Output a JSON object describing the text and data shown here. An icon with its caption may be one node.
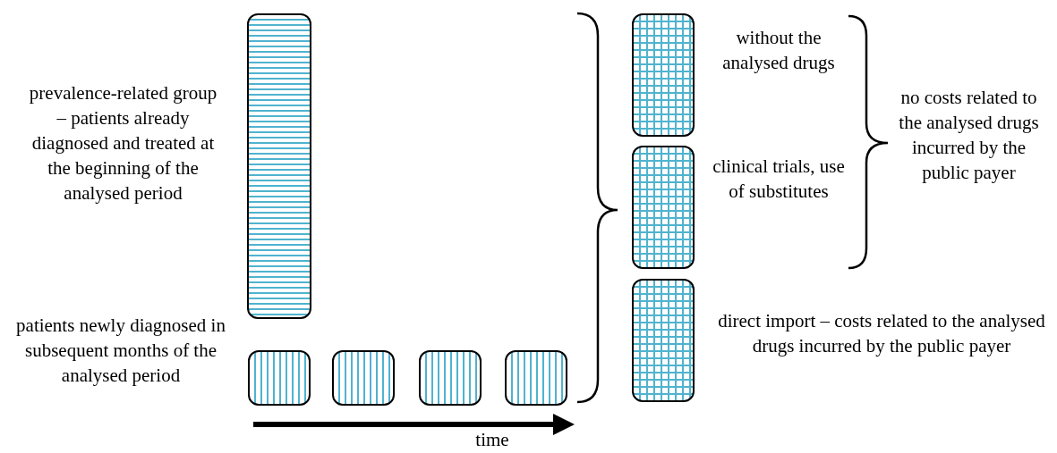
{
  "diagram": {
    "nodes": [
      {
        "text": [],
        "shape": "box",
        "beside": [
          "prevalence-related group – patients already diagnosed and treated at the beginning of the analysed period"
        ]
      },
      {
        "text": [],
        "shape": "box",
        "beside": [
          "patients newly diagnosed in subsequent months of the analysed period"
        ]
      },
      {
        "text": [],
        "shape": "box"
      },
      {
        "text": [],
        "shape": "box"
      },
      {
        "text": [],
        "shape": "box"
      },
      {
        "text": [],
        "shape": "box",
        "beside": [
          "without the analysed drugs"
        ]
      },
      {
        "text": [],
        "shape": "box",
        "beside": [
          "clinical trials, use of substitutes"
        ]
      },
      {
        "text": [],
        "shape": "box",
        "beside": [
          "direct import – costs related to the analysed drugs incurred by the public payer"
        ]
      }
    ],
    "labels": [
      "no costs related to the analysed drugs incurred by the public payer",
      "time"
    ]
  }
}
